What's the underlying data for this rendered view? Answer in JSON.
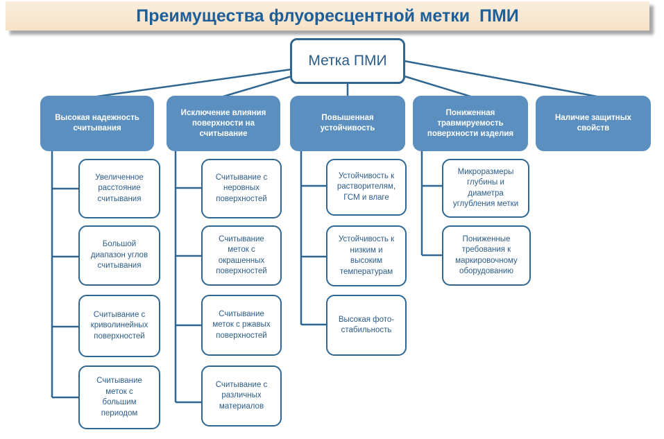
{
  "title": "Преимущества флуоресцентной метки  ПМИ",
  "root": "Метка ПМИ",
  "categories": [
    {
      "label": "Высокая  надежность\nсчитывания",
      "items": [
        "Увеличенное\nрасстояние\nсчитывания",
        "Большой\nдиапазон углов\nсчитывания",
        "Считывание с\nкриволинейных\nповерхностей",
        "Считывание\nметок с\nбольшим\nпериодом"
      ]
    },
    {
      "label": "Исключение влияния\nповерхности  на\nсчитывание",
      "items": [
        "Считывание с\nнеровных\nповерхностей",
        "Считывание\nметок с\nокрашенных\nповерхностей",
        "Считывание\nметок с ржавых\nповерхностей",
        "Считывание с\nразличных\nматериалов"
      ]
    },
    {
      "label": "Повышенная\nустойчивость",
      "items": [
        "Устойчивость к\nрастворителям,\nГСМ и влаге",
        "Устойчивость к\nнизким и\nвысоким\nтемпературам",
        "Высокая фото-\nстабильность"
      ]
    },
    {
      "label": "Пониженная\nтравмируемость\nповерхности  изделия",
      "items": [
        "Микроразмеры\nглубины и\nдиаметра\nуглубления метки",
        "Пониженные\nтребования к\nмаркировочному\nоборудованию"
      ]
    },
    {
      "label": "Наличие  защитных\nсвойств",
      "items": []
    }
  ],
  "colors": {
    "category_fill": "#5a8fc0",
    "border": "#2e6591",
    "text": "#2b5c8a",
    "title": "#1f5f99",
    "banner": "#f8e6cf"
  }
}
